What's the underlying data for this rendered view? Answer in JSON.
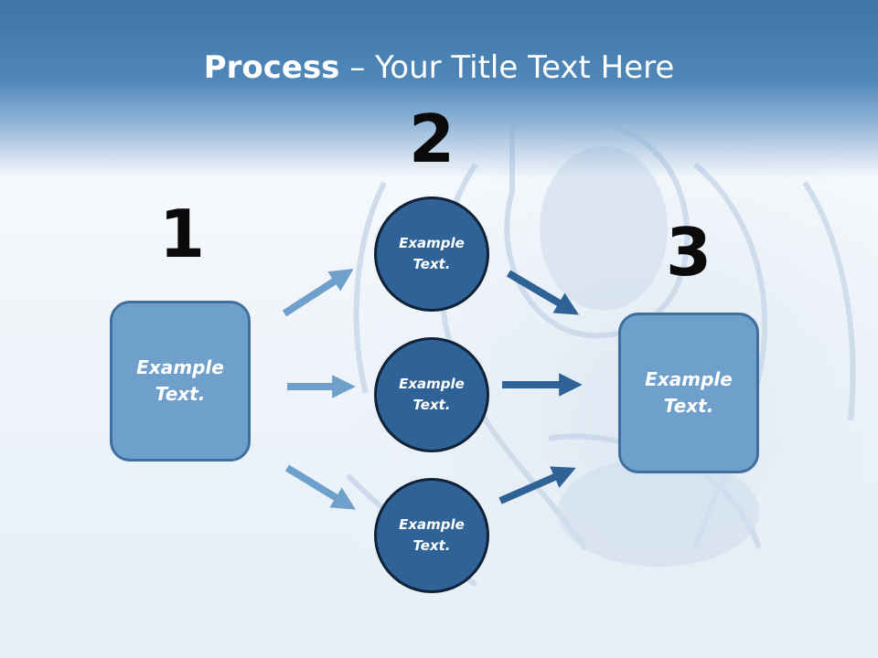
{
  "title": {
    "bold": "Process",
    "rest": " – Your Title Text Here"
  },
  "steps": [
    {
      "number": "1",
      "label": "Example Text."
    },
    {
      "number": "2",
      "label": ""
    },
    {
      "number": "3",
      "label": "Example Text."
    }
  ],
  "circles": [
    {
      "label": "Example Text."
    },
    {
      "label": "Example Text."
    },
    {
      "label": "Example Text."
    }
  ],
  "colors": {
    "title_band": "#4e87b8",
    "box_fill": "#6f9fcb",
    "circle_fill": "#2f6296",
    "arrow_light": "#6f9fcb",
    "arrow_dark": "#2f6296"
  }
}
